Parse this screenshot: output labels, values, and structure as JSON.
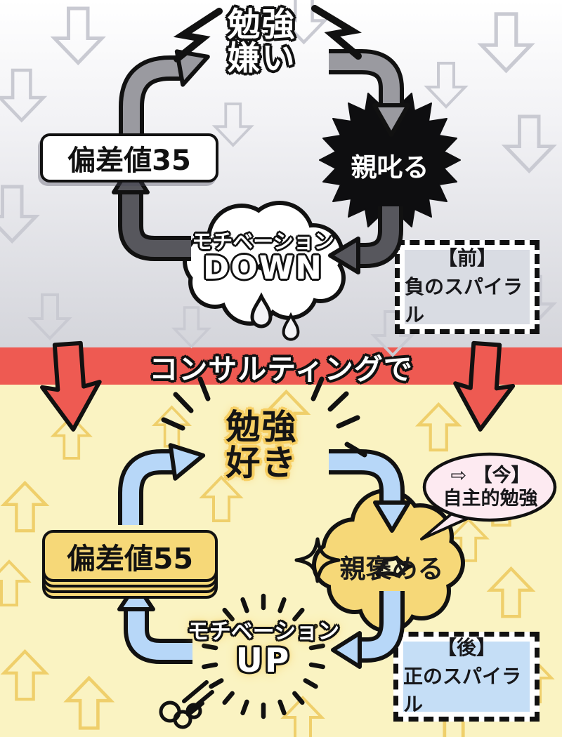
{
  "colors": {
    "banner_red": "#ee5a52",
    "top_bg_gray": "#d5d6dc",
    "bottom_bg_yellow": "#faf3c2",
    "gold": "#f6d878",
    "light_blue_arrow": "#b7d7f8",
    "pink_bubble": "#fdeaf1",
    "gray_panel": "#d9dce3",
    "blue_panel": "#c5def6",
    "gray_arrow": "#9a9aa0",
    "dark_gray_arrow": "#57575d"
  },
  "top_section": {
    "habit": {
      "line1": "勉強",
      "line2": "嫌い"
    },
    "score_box": "偏差値35",
    "burst": "親叱る",
    "motivation": {
      "line1": "モチベーション",
      "line2": "DOWN"
    },
    "label_box": {
      "line1": "【前】",
      "line2": "負のスパイラル"
    }
  },
  "banner": {
    "text": "コンサルティングで"
  },
  "bottom_section": {
    "habit": {
      "line1": "勉強",
      "line2": "好き"
    },
    "score_box": "偏差値55",
    "cloud": "親褒める",
    "bubble": {
      "icon": "⇨",
      "line1": "【今】",
      "line2": "自主的勉強"
    },
    "motivation": {
      "line1": "モチベーション",
      "line2": "UP"
    },
    "label_box": {
      "line1": "【後】",
      "line2": "正のスパイラル"
    }
  }
}
